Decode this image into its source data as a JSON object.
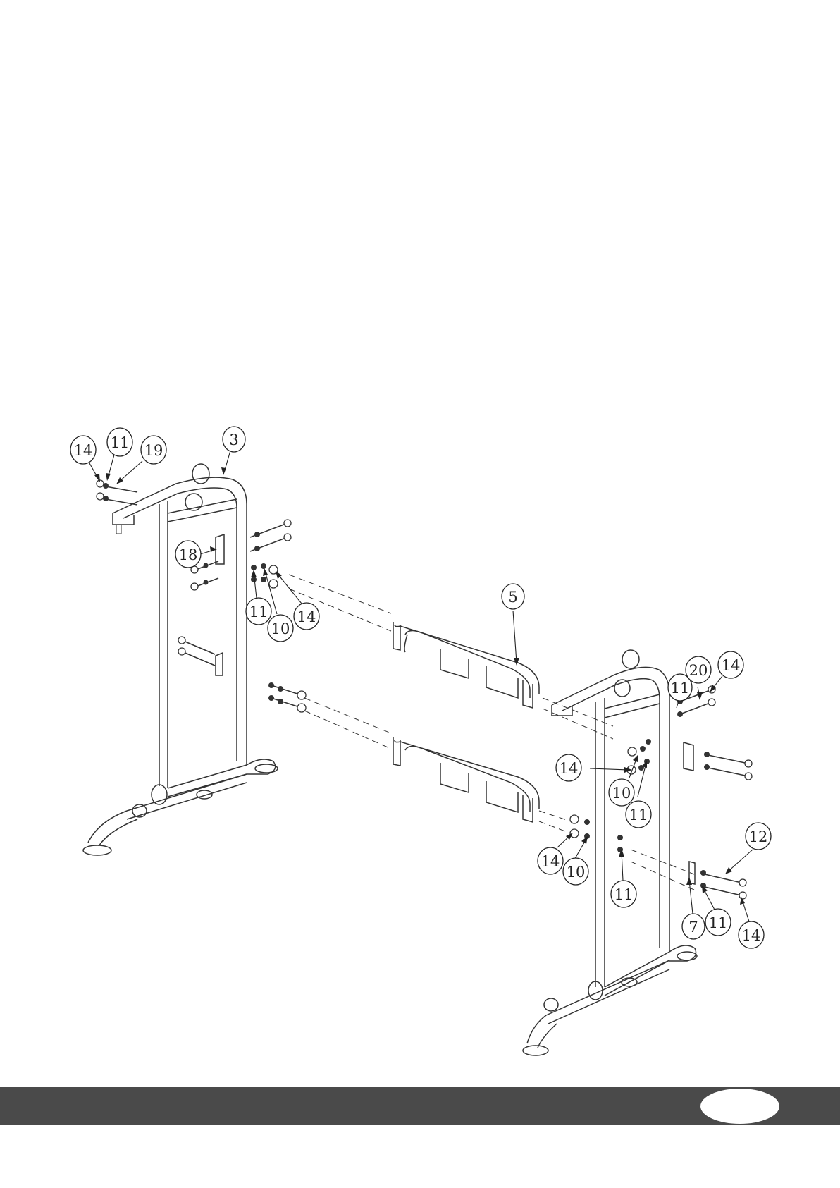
{
  "callouts": [
    {
      "id": "c-14-a",
      "label": "14"
    },
    {
      "id": "c-11-a",
      "label": "11"
    },
    {
      "id": "c-19",
      "label": "19"
    },
    {
      "id": "c-3",
      "label": "3"
    },
    {
      "id": "c-18",
      "label": "18"
    },
    {
      "id": "c-11-b",
      "label": "11"
    },
    {
      "id": "c-10-a",
      "label": "10"
    },
    {
      "id": "c-14-b",
      "label": "14"
    },
    {
      "id": "c-5",
      "label": "5"
    },
    {
      "id": "c-11-c",
      "label": "11"
    },
    {
      "id": "c-20",
      "label": "20"
    },
    {
      "id": "c-14-c",
      "label": "14"
    },
    {
      "id": "c-14-d",
      "label": "14"
    },
    {
      "id": "c-10-b",
      "label": "10"
    },
    {
      "id": "c-11-d",
      "label": "11"
    },
    {
      "id": "c-12",
      "label": "12"
    },
    {
      "id": "c-14-e",
      "label": "14"
    },
    {
      "id": "c-10-c",
      "label": "10"
    },
    {
      "id": "c-11-e",
      "label": "11"
    },
    {
      "id": "c-7",
      "label": "7"
    },
    {
      "id": "c-11-f",
      "label": "11"
    },
    {
      "id": "c-14-f",
      "label": "14"
    }
  ],
  "colors": {
    "ink": "#222222",
    "footer": "#4a4a4a",
    "paper": "#ffffff"
  }
}
